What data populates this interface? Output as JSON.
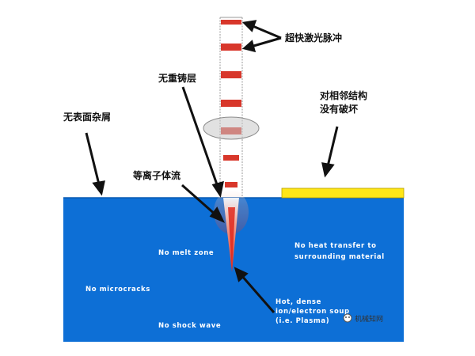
{
  "colors": {
    "workpiece": "#0d6fd6",
    "workpiece_edge": "#0a5bb2",
    "pulse": "#d8372b",
    "beam_edge": "#9a9a9a",
    "plasma": "#e23b2a",
    "adjacent": "#ffe617",
    "arrow": "#111111",
    "lens": "#c8c8c8"
  },
  "labels": {
    "ultrafast_pulse": "超快激光脉冲",
    "no_recast": "无重铸层",
    "no_debris": "无表面杂屑",
    "adjacent_line1": "对相邻结构",
    "adjacent_line2": "没有破坏",
    "plasma_flow": "等离子体流"
  },
  "notes": {
    "melt_zone": "No melt zone",
    "heat_line1": "No heat transfer to",
    "heat_line2": "surrounding material",
    "microcracks": "No microcracks",
    "hot_line1": "Hot, dense",
    "hot_line2": "ion/electron soup",
    "hot_line3": "(i.e. Plasma)",
    "shock": "No shock wave"
  },
  "watermark": {
    "text": "机械知网",
    "icon": "wechat-icon"
  }
}
